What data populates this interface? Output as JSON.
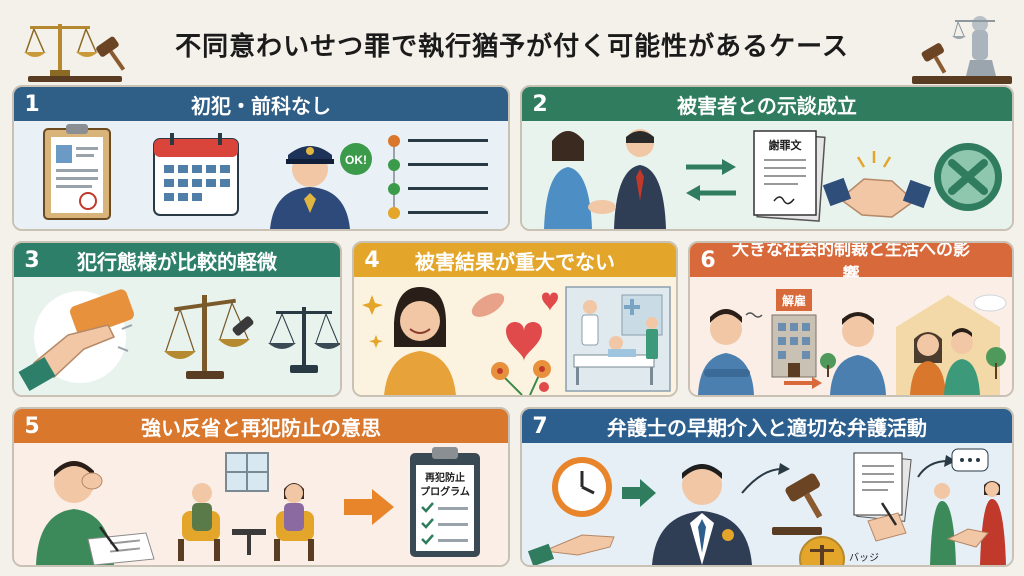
{
  "title": "不同意わいせつ罪で執行猶予が付く可能性があるケース",
  "cards": [
    {
      "num": "1",
      "label": "初犯・前科なし",
      "bubble": "OK!"
    },
    {
      "num": "2",
      "label": "被害者との示談成立",
      "doc": "謝罪文"
    },
    {
      "num": "3",
      "label": "犯行態様が比較的軽微"
    },
    {
      "num": "4",
      "label": "被害結果が重大でない"
    },
    {
      "num": "6",
      "label": "大きな社会的制裁と生活への影響",
      "sign": "解雇"
    },
    {
      "num": "5",
      "label": "強い反省と再犯防止の意思",
      "clip_line1": "再犯防止",
      "clip_line2": "プログラム"
    },
    {
      "num": "7",
      "label": "弁護士の早期介入と適切な弁護活動",
      "badge": "バッジ"
    }
  ],
  "colors": {
    "blue": "#2f5e86",
    "green": "#2f7d5e",
    "yellow": "#e3a52a",
    "orange": "#d8693a"
  }
}
